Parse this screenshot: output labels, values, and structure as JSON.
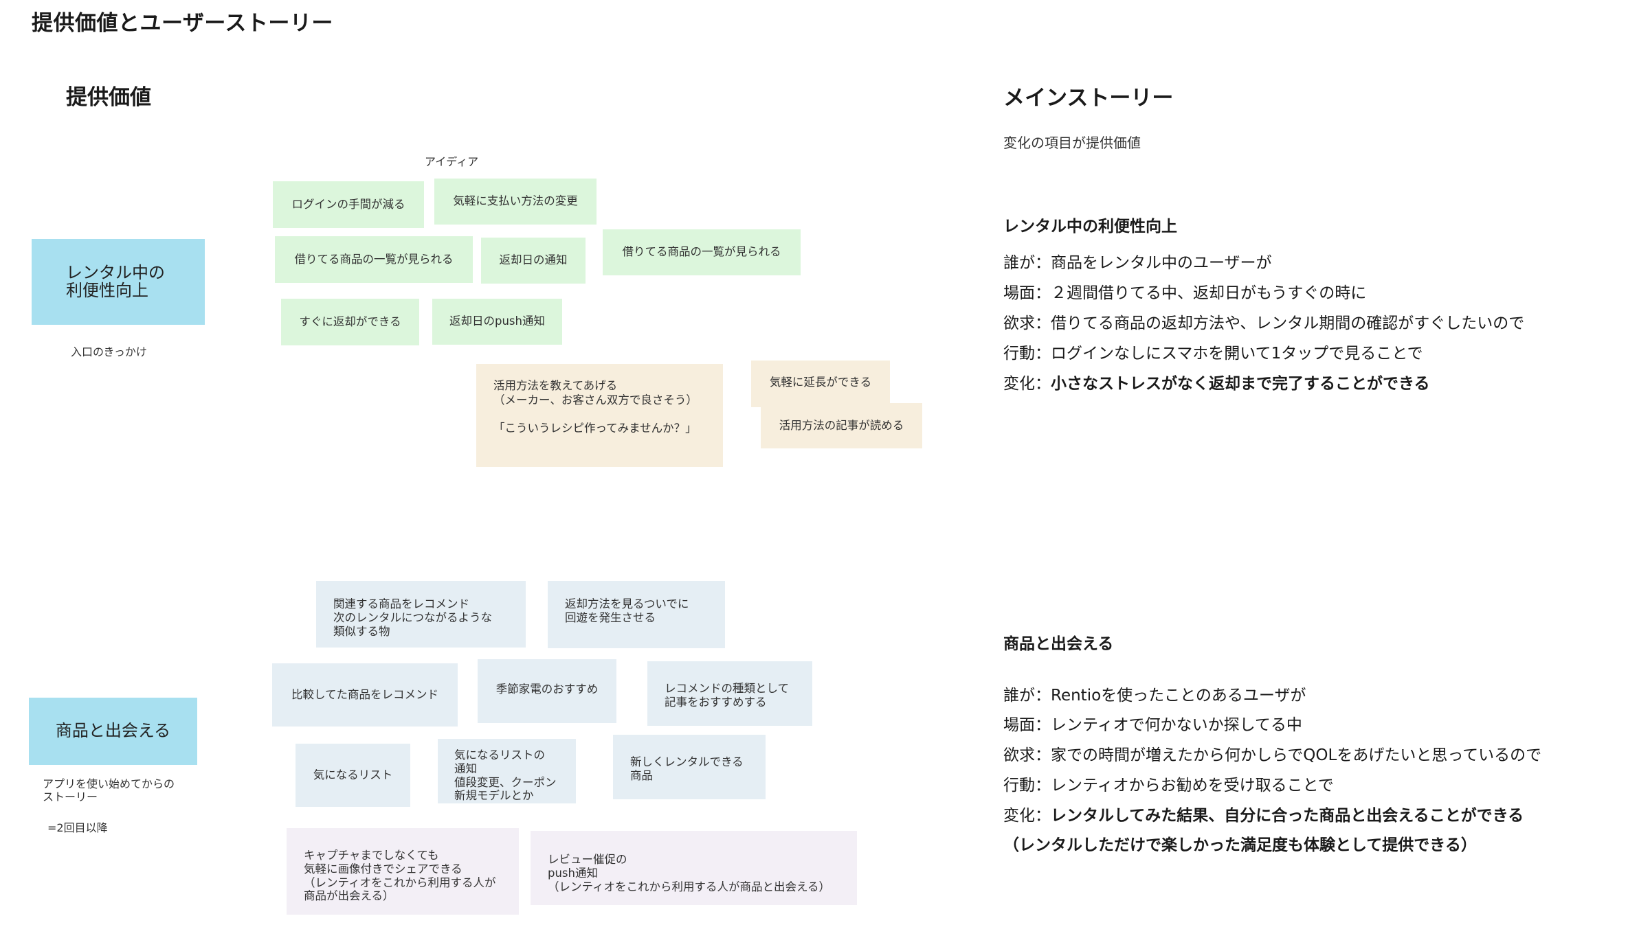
{
  "page": {
    "title": "提供価値とユーザーストーリー"
  },
  "value_section": {
    "title": "提供価値",
    "ideas_label": "アイディア",
    "categories": [
      {
        "label": "レンタル中の\n利便性向上",
        "caption": "入口のきっかけ",
        "color": "#a8e0f0"
      },
      {
        "label": "商品と出会える",
        "caption": "アプリを使い始めてからの\nストーリー",
        "caption_note": "=2回目以降",
        "color": "#a8e0f0"
      }
    ],
    "stickies": [
      {
        "text": "ログインの手間が減る",
        "color": "#dcf6dc",
        "group": "rental"
      },
      {
        "text": "気軽に支払い方法の変更",
        "color": "#dcf6dc",
        "group": "rental"
      },
      {
        "text": "借りてる商品の一覧が見られる",
        "color": "#dcf6dc",
        "group": "rental"
      },
      {
        "text": "返却日の通知",
        "color": "#dcf6dc",
        "group": "rental"
      },
      {
        "text": "借りてる商品の一覧が見られる",
        "color": "#dcf6dc",
        "group": "rental"
      },
      {
        "text": "すぐに返却ができる",
        "color": "#dcf6dc",
        "group": "rental"
      },
      {
        "text": "返却日のpush通知",
        "color": "#dcf6dc",
        "group": "rental"
      },
      {
        "text": "活用方法を教えてあげる\n（メーカー、お客さん双方で良さそう）\n\n「こういうレシピ作ってみませんか？」",
        "color": "#f7eedd",
        "group": "rental"
      },
      {
        "text": "気軽に延長ができる",
        "color": "#f7eedd",
        "group": "rental"
      },
      {
        "text": "活用方法の記事が読める",
        "color": "#f7eedd",
        "group": "rental"
      },
      {
        "text": "関連する商品をレコメンド\n次のレンタルにつながるような\n類似する物",
        "color": "#e5eef4",
        "group": "discover"
      },
      {
        "text": "返却方法を見るついでに\n回遊を発生させる",
        "color": "#e5eef4",
        "group": "discover"
      },
      {
        "text": "比較してた商品をレコメンド",
        "color": "#e5eef4",
        "group": "discover"
      },
      {
        "text": "季節家電のおすすめ",
        "color": "#e5eef4",
        "group": "discover"
      },
      {
        "text": "レコメンドの種類として\n記事をおすすめする",
        "color": "#e5eef4",
        "group": "discover"
      },
      {
        "text": "気になるリスト",
        "color": "#e5eef4",
        "group": "discover"
      },
      {
        "text": "気になるリストの\n通知\n値段変更、クーポン\n新規モデルとか",
        "color": "#e5eef4",
        "group": "discover"
      },
      {
        "text": "新しくレンタルできる\n商品",
        "color": "#e5eef4",
        "group": "discover"
      },
      {
        "text": "キャプチャまでしなくても\n気軽に画像付きでシェアできる\n（レンティオをこれから利用する人が\n商品が出会える）",
        "color": "#f3eff6",
        "group": "discover"
      },
      {
        "text": "レビュー催促の\npush通知\n（レンティオをこれから利用する人が商品と出会える）",
        "color": "#f3eff6",
        "group": "discover"
      }
    ]
  },
  "main_story": {
    "title": "メインストーリー",
    "note": "変化の項目が提供価値",
    "stories": [
      {
        "heading": "レンタル中の利便性向上",
        "lines": [
          {
            "label": "誰が：",
            "text": "商品をレンタル中のユーザーが",
            "bold": false
          },
          {
            "label": "場面：",
            "text": "２週間借りてる中、返却日がもうすぐの時に",
            "bold": false
          },
          {
            "label": "欲求：",
            "text": "借りてる商品の返却方法や、レンタル期間の確認がすぐしたいので",
            "bold": false
          },
          {
            "label": "行動：",
            "text": "ログインなしにスマホを開いて1タップで見ることで",
            "bold": false
          },
          {
            "label": "変化：",
            "text": "小さなストレスがなく返却まで完了することができる",
            "bold": true
          }
        ]
      },
      {
        "heading": "商品と出会える",
        "lines": [
          {
            "label": "誰が：",
            "text": "Rentioを使ったことのあるユーザが",
            "bold": false
          },
          {
            "label": "場面：",
            "text": "レンティオで何かないか探してる中",
            "bold": false
          },
          {
            "label": "欲求：",
            "text": "家での時間が増えたから何かしらでQOLをあげたいと思っているので",
            "bold": false
          },
          {
            "label": "行動：",
            "text": "レンティオからお勧めを受け取ることで",
            "bold": false
          },
          {
            "label": "変化：",
            "text": "レンタルしてみた結果、自分に合った商品と出会えることができる",
            "bold": true
          },
          {
            "label": "",
            "text": "（レンタルしただけで楽しかった満足度も体験として提供できる）",
            "bold": true
          }
        ]
      }
    ]
  }
}
